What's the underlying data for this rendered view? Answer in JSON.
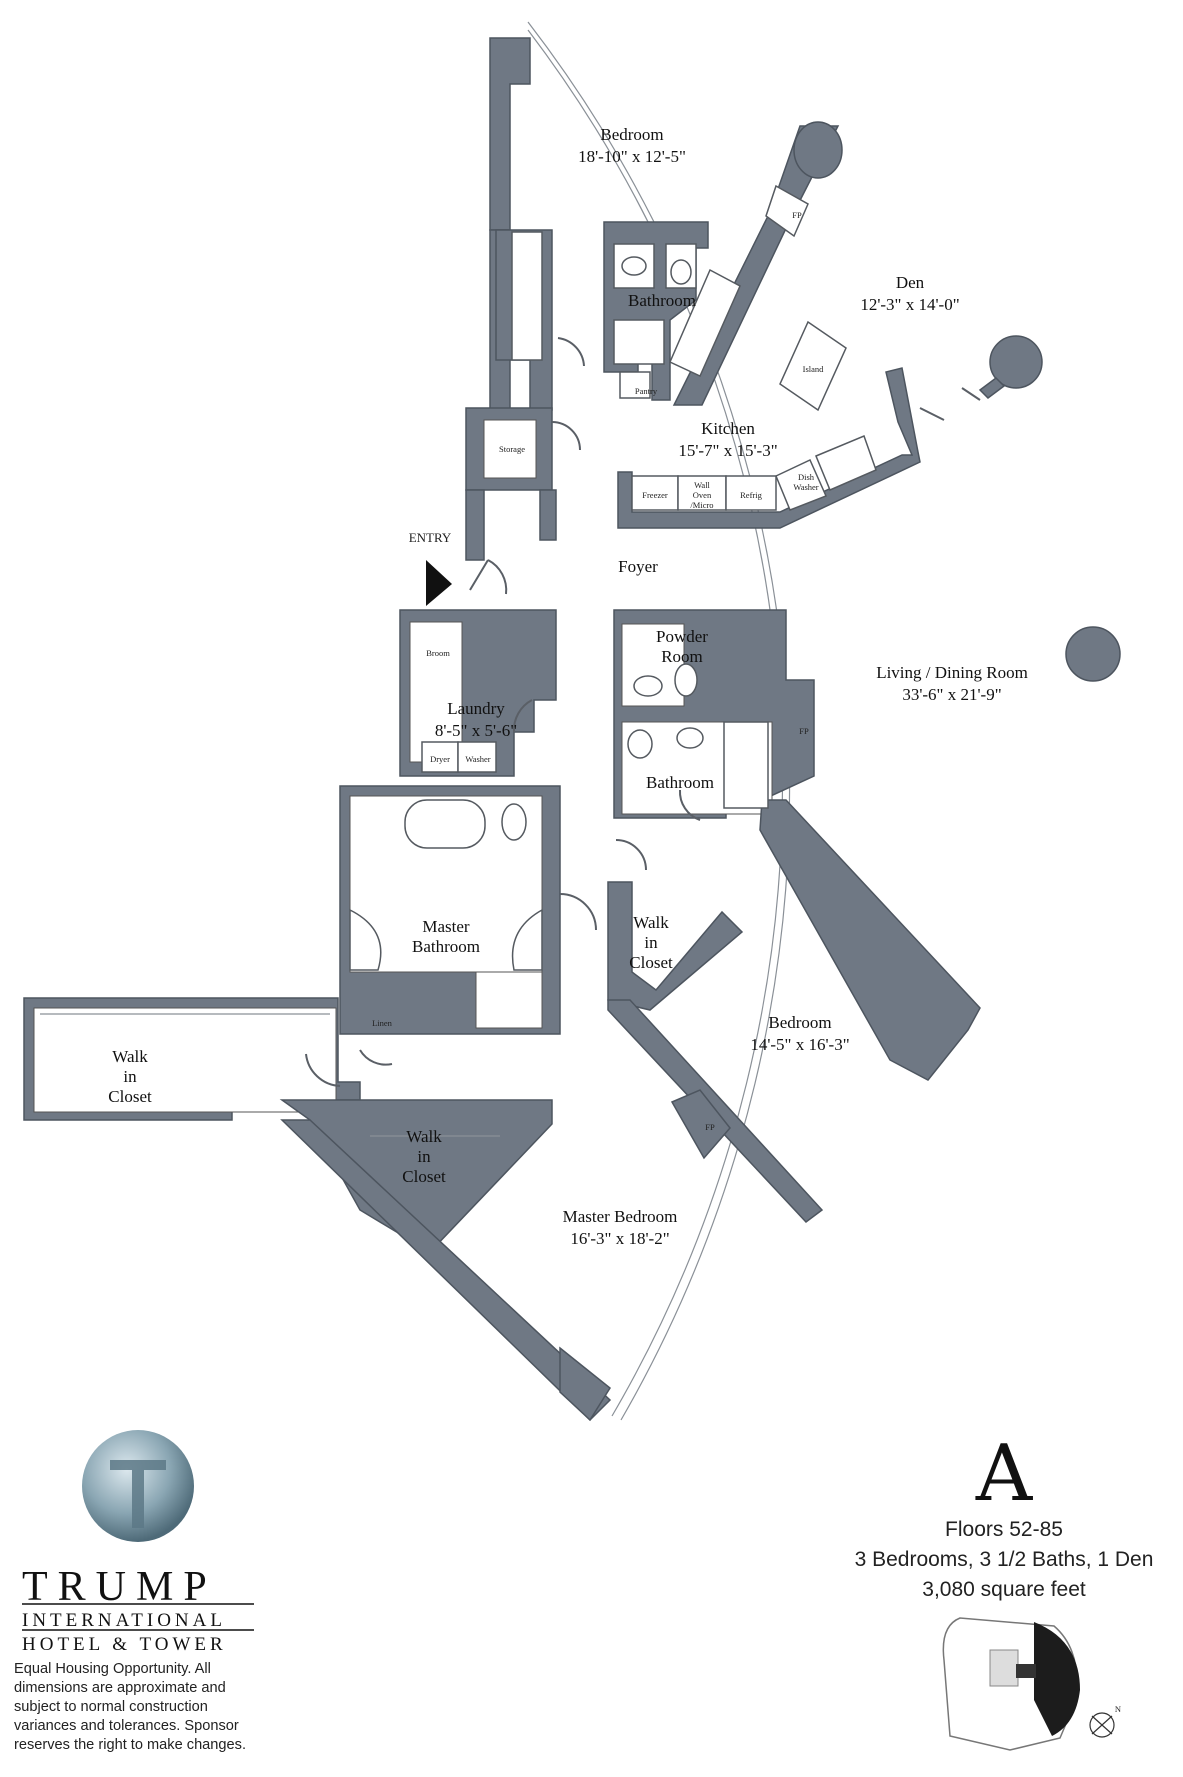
{
  "rooms": {
    "bedroom_north": {
      "name": "Bedroom",
      "dimensions": "18'-10\" x 12'-5\""
    },
    "den": {
      "name": "Den",
      "dimensions": "12'-3\" x 14'-0\""
    },
    "kitchen": {
      "name": "Kitchen",
      "dimensions": "15'-7\" x 15'-3\""
    },
    "living_dining": {
      "name": "Living / Dining Room",
      "dimensions": "33'-6\" x 21'-9\""
    },
    "laundry": {
      "name": "Laundry",
      "dimensions": "8'-5\" x 5'-6\""
    },
    "bedroom_east": {
      "name": "Bedroom",
      "dimensions": "14'-5\" x 16'-3\""
    },
    "master_bedroom": {
      "name": "Master Bedroom",
      "dimensions": "16'-3\" x 18'-2\""
    },
    "bathroom_north": {
      "name": "Bathroom"
    },
    "bathroom_mid": {
      "name": "Bathroom"
    },
    "powder_room": {
      "line1": "Powder",
      "line2": "Room"
    },
    "master_bathroom": {
      "line1": "Master",
      "line2": "Bathroom"
    },
    "foyer": {
      "name": "Foyer"
    },
    "walk_in_closet_1": {
      "line1": "Walk",
      "line2": "in",
      "line3": "Closet"
    },
    "walk_in_closet_2": {
      "line1": "Walk",
      "line2": "in",
      "line3": "Closet"
    },
    "walk_in_closet_3": {
      "line1": "Walk",
      "line2": "in",
      "line3": "Closet"
    }
  },
  "fixtures": {
    "fp": "FP",
    "island": "Island",
    "pantry": "Pantry",
    "storage": "Storage",
    "freezer": "Freezer",
    "wall_oven_1": "Wall",
    "wall_oven_2": "Oven",
    "wall_oven_3": "/Micro",
    "refrig": "Refrig",
    "dish_1": "Dish",
    "dish_2": "Washer",
    "broom": "Broom",
    "dryer": "Dryer",
    "washer": "Washer",
    "linen": "Linen"
  },
  "entry_label": "ENTRY",
  "unit": {
    "letter": "A",
    "floors": "Floors 52-85",
    "rooms_summary": "3 Bedrooms, 3 1/2 Baths, 1 Den",
    "area": "3,080 square feet"
  },
  "logo": {
    "name": "TRUMP",
    "line2": "INTERNATIONAL",
    "line3": "HOTEL & TOWER"
  },
  "disclaimer": "Equal Housing Opportunity. All dimensions are approximate and subject to normal construction variances and tolerances. Sponsor reserves the right to make changes.",
  "compass_label": "N",
  "colors": {
    "wall": "#6f7884",
    "globe": "#8aa6b3"
  }
}
